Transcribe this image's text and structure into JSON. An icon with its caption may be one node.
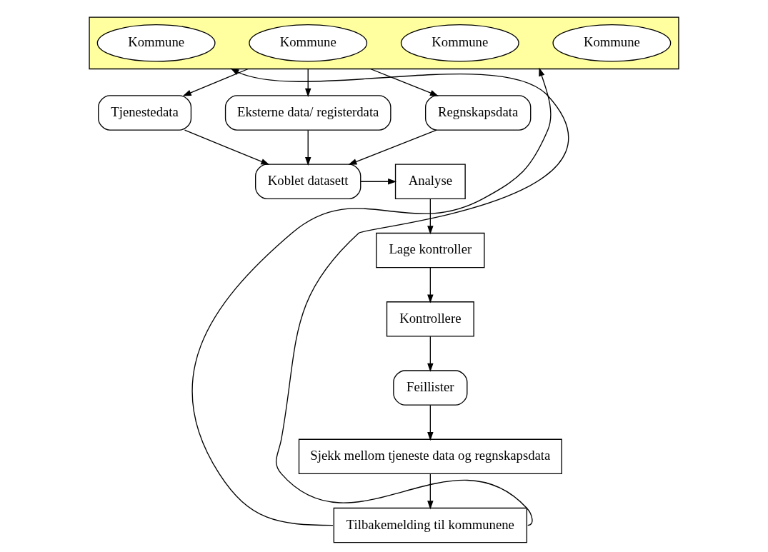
{
  "diagram": {
    "nodes": [
      {
        "text": [],
        "shape": "box"
      },
      {
        "text": [
          "Kommune"
        ],
        "in": 0
      },
      {
        "text": [
          "Kommune"
        ],
        "in": 0
      },
      {
        "text": [
          "Kommune"
        ],
        "in": 0
      },
      {
        "text": [
          "Kommune"
        ],
        "in": 0
      },
      {
        "text": [
          "Tjenestedata"
        ]
      },
      {
        "text": [
          "Eksterne data/ registerdata"
        ]
      },
      {
        "text": [
          "Regnskapsdata"
        ]
      },
      {
        "text": [
          "Koblet datasett"
        ]
      },
      {
        "text": [
          "Analyse"
        ]
      },
      {
        "text": [
          "Lage kontroller"
        ]
      },
      {
        "text": [
          "Kontrollere"
        ]
      },
      {
        "text": [
          "Feillister"
        ]
      },
      {
        "text": [
          "Sjekk mellom tjeneste data og regnskapsdata"
        ]
      },
      {
        "text": [
          "Tilbakemelding til kommunene"
        ]
      }
    ],
    "edges": [
      {
        "from": 0,
        "to": 5,
        "arrow": "to"
      },
      {
        "from": 0,
        "to": 6,
        "arrow": "to"
      },
      {
        "from": 0,
        "to": 7,
        "arrow": "to"
      },
      {
        "from": 5,
        "to": 8,
        "arrow": "to"
      },
      {
        "from": 6,
        "to": 8,
        "arrow": "to"
      },
      {
        "from": 7,
        "to": 8,
        "arrow": "to"
      },
      {
        "from": 8,
        "to": 9,
        "arrow": "to"
      },
      {
        "from": 9,
        "to": 10,
        "arrow": "to"
      },
      {
        "from": 10,
        "to": 11,
        "arrow": "to"
      },
      {
        "from": 11,
        "to": 12,
        "arrow": "to"
      },
      {
        "from": 12,
        "to": 13,
        "arrow": "to"
      },
      {
        "from": 13,
        "to": 14,
        "arrow": "to"
      },
      {
        "from": 14,
        "to": 0,
        "arrow": "to"
      },
      {
        "from": 14,
        "to": 0,
        "arrow": "to"
      }
    ]
  }
}
